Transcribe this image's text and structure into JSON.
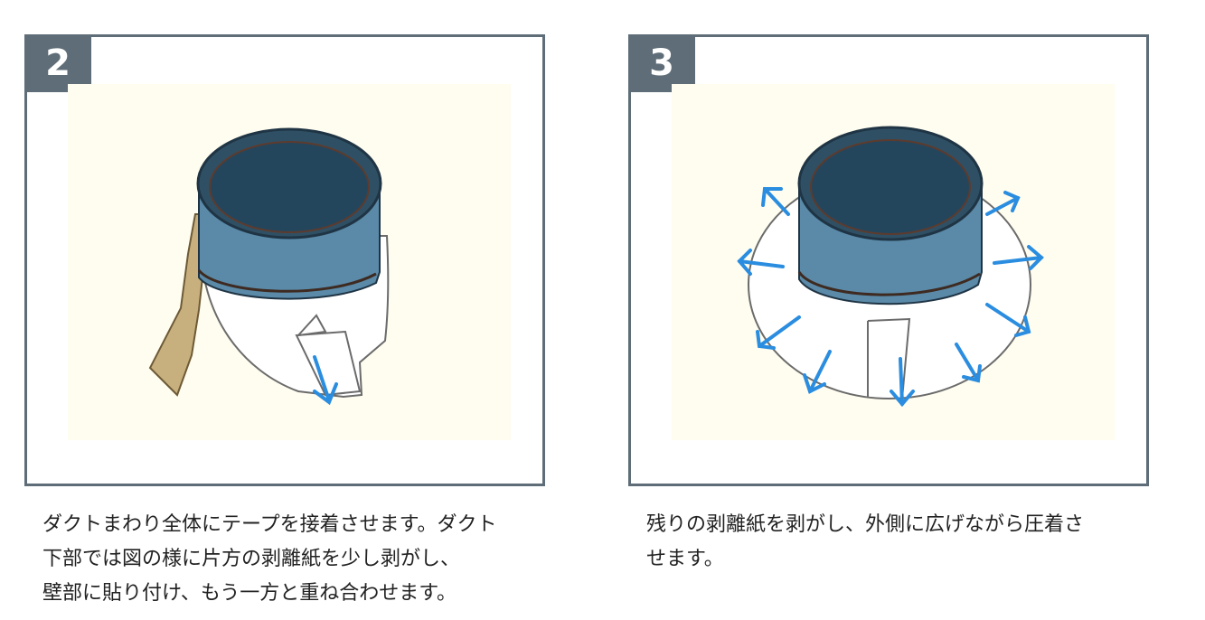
{
  "steps": [
    {
      "number": "2",
      "caption_lines": [
        "ダクトまわり全体にテープを接着させます。ダクト",
        "下部では図の様に片方の剥離紙を少し剥がし、",
        "壁部に貼り付け、もう一方と重ね合わせます。"
      ]
    },
    {
      "number": "3",
      "caption_lines": [
        "残りの剥離紙を剥がし、外側に広げながら圧着さ",
        "せます。"
      ]
    }
  ],
  "colors": {
    "frame": "#5e6d78",
    "background_tint": "#fffdef",
    "duct_outer": "#5a8aa8",
    "duct_inner": "#24465d",
    "tape": "#c8b07e",
    "arrow": "#2a8de0"
  }
}
